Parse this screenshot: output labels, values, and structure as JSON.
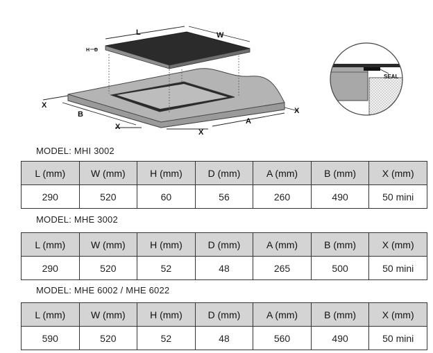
{
  "diagram": {
    "labels": {
      "L": "L",
      "W": "W",
      "H": "H",
      "D": "D",
      "A": "A",
      "B": "B",
      "X": "X",
      "seal": "SEAL"
    }
  },
  "columns": [
    "L (mm)",
    "W (mm)",
    "H (mm)",
    "D (mm)",
    "A (mm)",
    "B (mm)",
    "X (mm)"
  ],
  "models": [
    {
      "name": "MODEL: MHI 3002",
      "values": [
        "290",
        "520",
        "60",
        "56",
        "260",
        "490",
        "50 mini"
      ]
    },
    {
      "name": "MODEL: MHE 3002",
      "values": [
        "290",
        "520",
        "52",
        "48",
        "265",
        "500",
        "50 mini"
      ]
    },
    {
      "name": "MODEL: MHE 6002 / MHE 6022",
      "values": [
        "590",
        "520",
        "52",
        "48",
        "560",
        "490",
        "50 mini"
      ]
    }
  ]
}
